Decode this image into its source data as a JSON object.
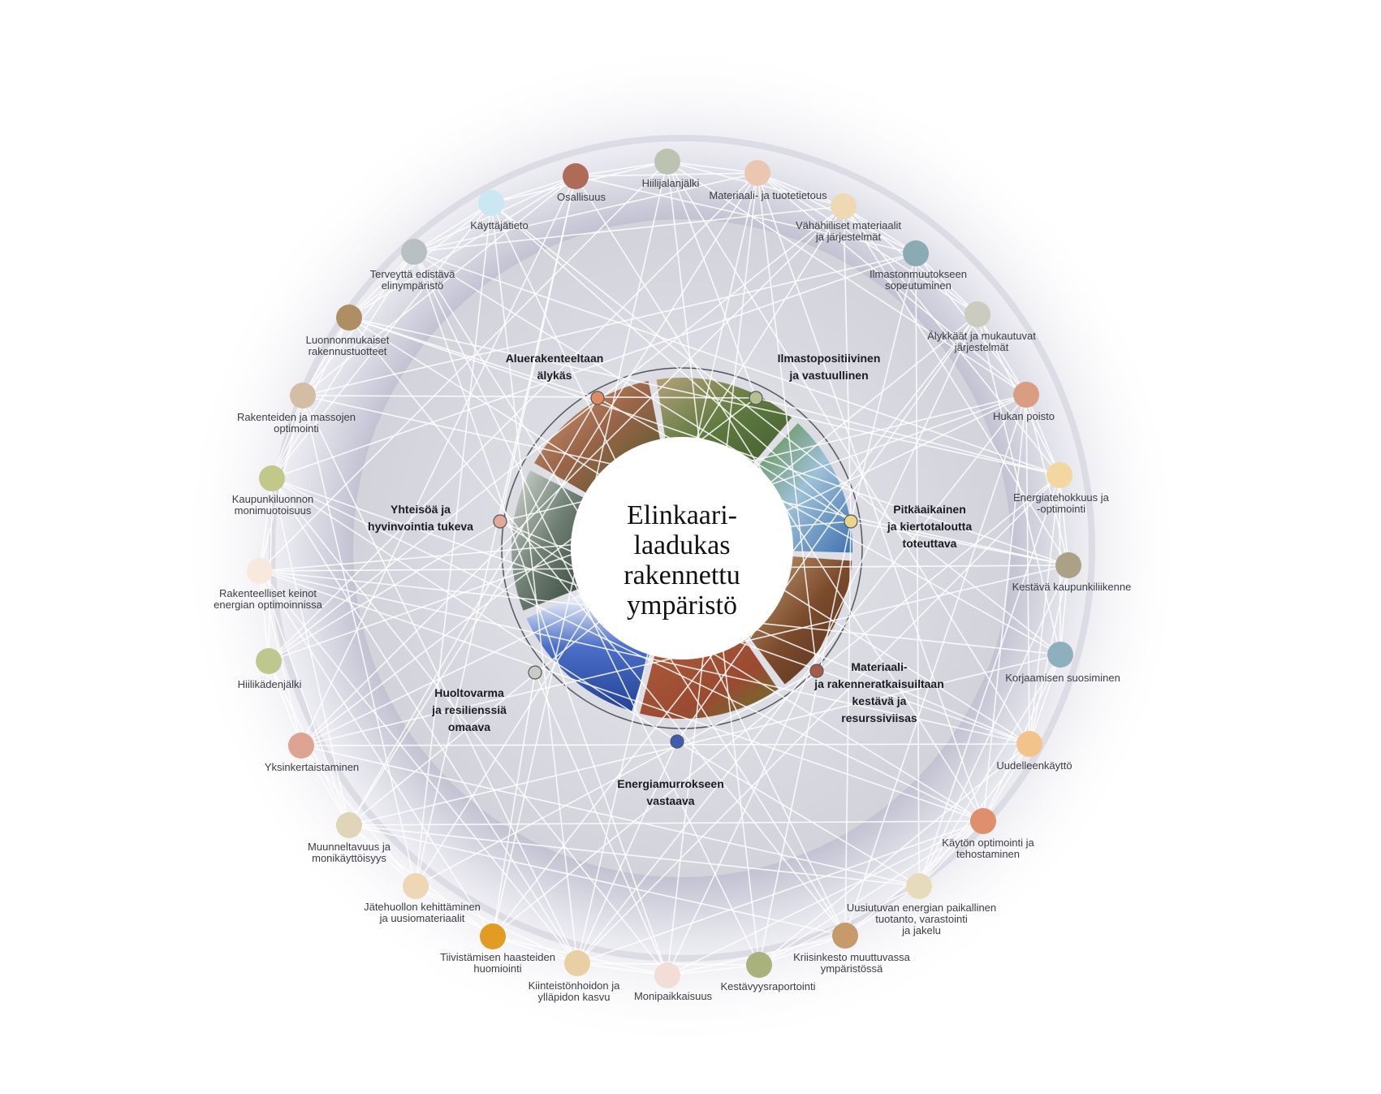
{
  "center_title": "Elinkaari-\nlaadukas\nrakennettu\nympäristö",
  "themes": [
    {
      "label": "Aluerakenteeltaan\nälykäs",
      "color": "#e08a62",
      "icon": "aerial-city-photo"
    },
    {
      "label": "Ilmastopositiivinen\nja vastuullinen",
      "color": "#b4c08e",
      "icon": "glass-globe-photo"
    },
    {
      "label": "Pitkäaikainen\nja kiertotaloutta\ntoteuttava",
      "color": "#ecd48e",
      "icon": "spiral-staircase-photo"
    },
    {
      "label": "Materiaali-\nja rakenneratkaisuiltaan\nkestävä ja\nresurssiviisas",
      "color": "#a55b45",
      "icon": "brick-wall-photo"
    },
    {
      "label": "Energiamurrokseen\nvastaava",
      "color": "#3d5db0",
      "icon": "solar-panel-photo"
    },
    {
      "label": "Huoltovarma\nja resilienssiä\nomaava",
      "color": "#c9ccc6",
      "icon": "rain-window-photo"
    },
    {
      "label": "Yhteisöä ja\nhyvinvointia tukeva",
      "color": "#e3a896",
      "icon": "hands-photo"
    }
  ],
  "nodes": [
    {
      "label": "Osallisuus",
      "color": "#b06a58"
    },
    {
      "label": "Hiilijalanjälki",
      "color": "#bcc3b1"
    },
    {
      "label": "Materiaali- ja tuotetietous",
      "color": "#ebc7b2"
    },
    {
      "label": "Vähähiiliset materiaalit\nja järjestelmät",
      "color": "#eed9b2"
    },
    {
      "label": "Ilmastonmuutokseen\nsopeutuminen",
      "color": "#8aabb4"
    },
    {
      "label": "Älykkäät ja mukautuvat\njärjestelmät",
      "color": "#cbcbbf"
    },
    {
      "label": "Hukan poisto",
      "color": "#d99e82"
    },
    {
      "label": "Energiatehokkuus ja\n-optimointi",
      "color": "#f3d6a0"
    },
    {
      "label": "Kestävä kaupunkiliikenne",
      "color": "#aaa187"
    },
    {
      "label": "Korjaamisen suosiminen",
      "color": "#8eb0be"
    },
    {
      "label": "Uudelleenkäyttö",
      "color": "#f2c48c"
    },
    {
      "label": "Käytön optimointi ja\ntehostaminen",
      "color": "#e08f6d"
    },
    {
      "label": "Uusiutuvan energian paikallinen\ntuotanto, varastointi\nja jakelu",
      "color": "#e6dcbc"
    },
    {
      "label": "Kriisinkesto muuttuvassa\nympäristössä",
      "color": "#c69a6a"
    },
    {
      "label": "Kestävyysraportointi",
      "color": "#a9b27c"
    },
    {
      "label": "Monipaikkaisuus",
      "color": "#f3ddd6"
    },
    {
      "label": "Kiinteistönhoidon ja\nylläpidon kasvu",
      "color": "#e9cfa4"
    },
    {
      "label": "Tiivistämisen haasteiden\nhuomiointi",
      "color": "#e29c23"
    },
    {
      "label": "Jätehuollon kehittäminen\nja uusiomateriaalit",
      "color": "#efd7b6"
    },
    {
      "label": "Muunneltavuus ja\nmonikäyttöisyys",
      "color": "#e0d5b8"
    },
    {
      "label": "Yksinkertaistaminen",
      "color": "#dda393"
    },
    {
      "label": "Hiilikädenjälki",
      "color": "#bec88e"
    },
    {
      "label": "Rakenteelliset keinot\nenergian optimoinnissa",
      "color": "#f7e9dc"
    },
    {
      "label": "Kaupunkiluonnon\nmonimuotoisuus",
      "color": "#c1c88a"
    },
    {
      "label": "Rakenteiden ja massojen\noptimointi",
      "color": "#d5bca4"
    },
    {
      "label": "Luonnonmukaiset\nrakennustuotteet",
      "color": "#ae8e62"
    },
    {
      "label": "Terveyttä edistävä\nelinympäristö",
      "color": "#b8c0c4"
    },
    {
      "label": "Käyttäjätieto",
      "color": "#cbe7f2"
    }
  ],
  "colors": {
    "outer_ring": "#c9c9d9",
    "inner_disc": "#d6d6df",
    "network_line": "#ffffff",
    "center_circle": "#ffffff"
  }
}
